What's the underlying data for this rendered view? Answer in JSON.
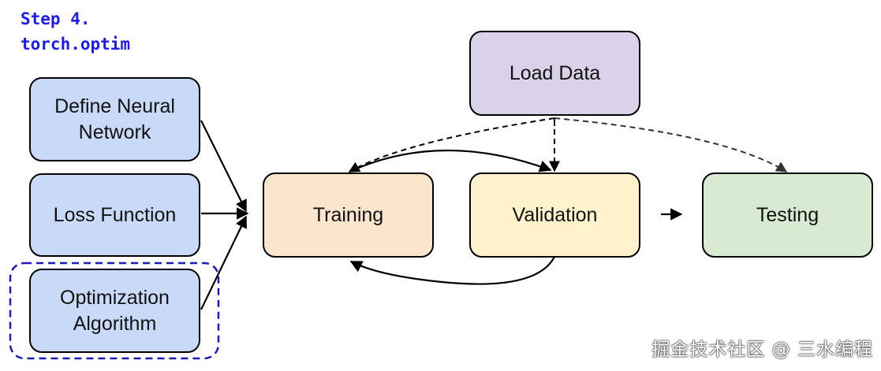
{
  "heading": {
    "step": "Step 4.",
    "module": "torch.optim"
  },
  "nodes": {
    "define_network": [
      "Define Neural",
      "Network"
    ],
    "loss_function": "Loss Function",
    "optimization": [
      "Optimization",
      "Algorithm"
    ],
    "load_data": "Load Data",
    "training": "Training",
    "validation": "Validation",
    "testing": "Testing"
  },
  "colors": {
    "model_boxes": "#c9daf8",
    "load_data": "#d9d2e9",
    "training": "#fce5cd",
    "validation": "#fff2cc",
    "testing": "#d9ead3",
    "highlight": "#1a1ab5",
    "heading": "#1b1bf0"
  },
  "watermark": "掘金技术社区 @ 三水编程"
}
